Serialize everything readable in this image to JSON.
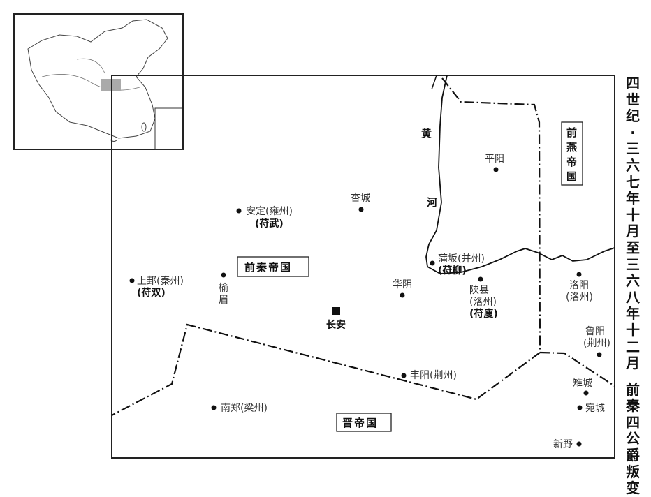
{
  "title": {
    "main": "四世纪·三六七年十月至三六八年十二月",
    "sub": "前秦四公爵叛变"
  },
  "rivers": [
    {
      "name_chars": [
        "黄",
        "河"
      ]
    }
  ],
  "states": [
    {
      "id": "qianqin",
      "name": "前秦帝国"
    },
    {
      "id": "jin",
      "name": "晋帝国"
    },
    {
      "id": "qianyan",
      "name_chars": [
        "前",
        "燕",
        "帝",
        "国"
      ]
    }
  ],
  "capital": {
    "name": "长安"
  },
  "cities": {
    "anding": {
      "name": "安定(雍州)",
      "rebel": "(苻武)"
    },
    "shanggui": {
      "name": "上邽(秦州)",
      "rebel": "(苻双)"
    },
    "yumei": {
      "name_chars": [
        "榆",
        "眉"
      ]
    },
    "xingcheng": {
      "name": "杏城"
    },
    "puban": {
      "name": "蒲坂(并州)",
      "rebel": "(苻柳)"
    },
    "huayin": {
      "name": "华阴"
    },
    "shanxian": {
      "name": "陕县",
      "province": "(洛州)",
      "rebel": "(苻廋)"
    },
    "pingyang": {
      "name": "平阳"
    },
    "luoyang": {
      "name": "洛阳",
      "province": "(洛州)"
    },
    "luyang": {
      "name": "鲁阳",
      "province": "(荆州)"
    },
    "fengyang": {
      "name": "丰阳(荆州)"
    },
    "nanzheng": {
      "name": "南郑(梁州)"
    },
    "zhicheng": {
      "name": "雉城"
    },
    "wancheng": {
      "name": "宛城"
    },
    "xinye": {
      "name": "新野"
    }
  }
}
